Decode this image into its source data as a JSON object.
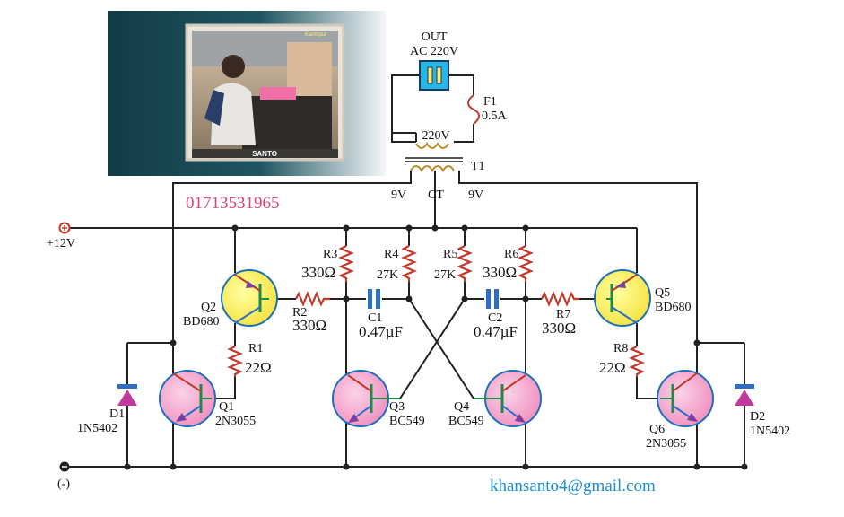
{
  "phone": "01713531965",
  "email": "khansanto4@gmail.com",
  "photo": {
    "caption": "SANTO",
    "watermark": "Karimpur"
  },
  "supply": {
    "positive": "+12V",
    "negative": "(-)"
  },
  "output": {
    "line1": "OUT",
    "line2": "AC 220V"
  },
  "fuse": {
    "name": "F1",
    "value": "0.5A"
  },
  "transformer": {
    "name": "T1",
    "primary": "220V",
    "left": "9V",
    "center": "CT",
    "right": "9V"
  },
  "components": {
    "R1": {
      "name": "R1",
      "value": "22Ω"
    },
    "R2": {
      "name": "R2",
      "value": "330Ω"
    },
    "R3": {
      "name": "R3",
      "value": "330Ω"
    },
    "R4": {
      "name": "R4",
      "value": "27K"
    },
    "R5": {
      "name": "R5",
      "value": "27K"
    },
    "R6": {
      "name": "R6",
      "value": "330Ω"
    },
    "R7": {
      "name": "R7",
      "value": "330Ω"
    },
    "R8": {
      "name": "R8",
      "value": "22Ω"
    },
    "C1": {
      "name": "C1",
      "value": "0.47µF"
    },
    "C2": {
      "name": "C2",
      "value": "0.47µF"
    },
    "Q1": {
      "name": "Q1",
      "value": "2N3055"
    },
    "Q2": {
      "name": "Q2",
      "value": "BD680"
    },
    "Q3": {
      "name": "Q3",
      "value": "BC549"
    },
    "Q4": {
      "name": "Q4",
      "value": "BC549"
    },
    "Q5": {
      "name": "Q5",
      "value": "BD680"
    },
    "Q6": {
      "name": "Q6",
      "value": "2N3055"
    },
    "D1": {
      "name": "D1",
      "value": "1N5402"
    },
    "D2": {
      "name": "D2",
      "value": "1N5402"
    }
  },
  "colors": {
    "power_transistor": "#f4a6cf",
    "driver_transistor": "#ffee44",
    "resistor": "#c0392b",
    "capacitor": "#2c6fc4",
    "socket": "#23b8e8",
    "phone": "#e0407a",
    "email": "#1a8fd6"
  }
}
